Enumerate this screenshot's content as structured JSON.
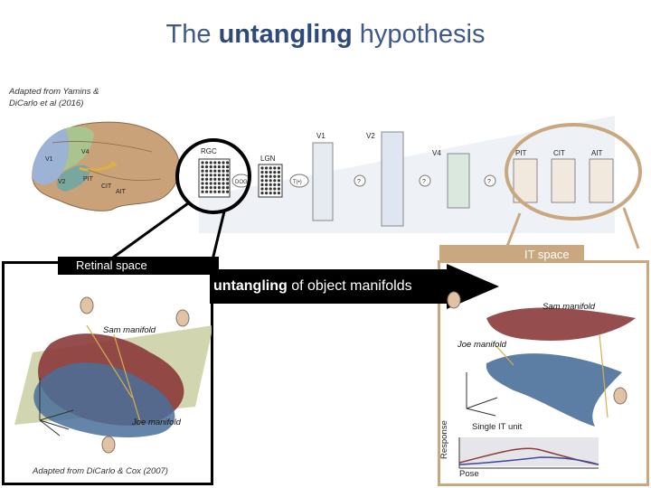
{
  "title": {
    "prefix": "The ",
    "bold": "untangling",
    "suffix": " hypothesis"
  },
  "citations": {
    "top_line1": "Adapted from Yamins &",
    "top_line2": "DiCarlo et al (2016)",
    "bottom": "Adapted from DiCarlo & Cox (2007)"
  },
  "brain": {
    "areas": [
      "V1",
      "V2",
      "V4",
      "PIT",
      "CIT",
      "AIT"
    ]
  },
  "pipeline": {
    "stages": [
      "RGC",
      "LGN",
      "V1",
      "V2",
      "V4",
      "PIT",
      "CIT",
      "AIT"
    ],
    "ops": [
      "DOG",
      "T(•)",
      "?",
      "?",
      "?"
    ]
  },
  "panels": {
    "retinal": {
      "label": "Retinal space"
    },
    "it": {
      "label": "IT space"
    }
  },
  "arrow": {
    "bold": "untangling",
    "rest": " of object manifolds"
  },
  "manifolds": {
    "left_sam": "Sam manifold",
    "left_joe": "Joe manifold",
    "right_sam": "Sam manifold",
    "right_joe": "Joe manifold"
  },
  "unit_plot": {
    "title": "Single IT unit",
    "ylabel": "Response",
    "xlabel": "Pose"
  },
  "colors": {
    "title": "#3f5a8a",
    "ring": "#c9a77f",
    "retinal_label_bg": "#000000",
    "it_label_bg": "#c9a77f",
    "sam_manifold": "#8b3a3a",
    "joe_manifold": "#4a6f9a"
  }
}
